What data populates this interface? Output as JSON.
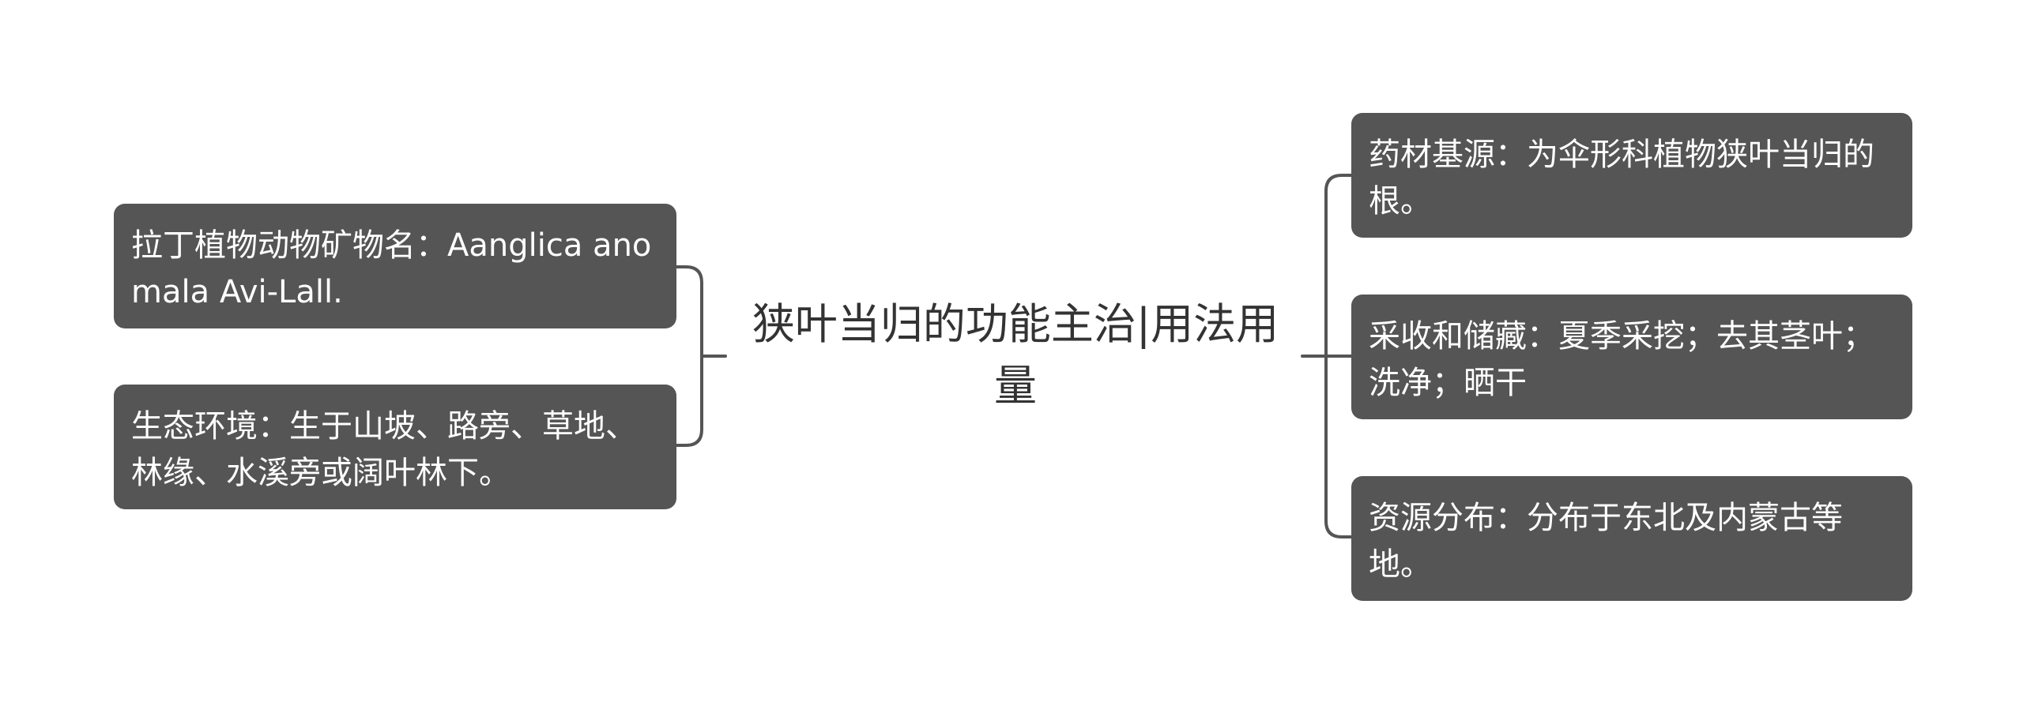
{
  "center": {
    "title": "狭叶当归的功能主治|用法用量"
  },
  "left_nodes": [
    {
      "text": "拉丁植物动物矿物名：Aanglica anomala Avi-Lall."
    },
    {
      "text": "生态环境：生于山坡、路旁、草地、林缘、水溪旁或阔叶林下。"
    }
  ],
  "right_nodes": [
    {
      "text": "药材基源：为伞形科植物狭叶当归的根。"
    },
    {
      "text": "采收和储藏：夏季采挖；去其茎叶；洗净；晒干"
    },
    {
      "text": "资源分布：分布于东北及内蒙古等地。"
    }
  ],
  "colors": {
    "node_bg": "#555555",
    "node_text": "#ffffff",
    "center_text": "#333333",
    "connector": "#555555"
  }
}
